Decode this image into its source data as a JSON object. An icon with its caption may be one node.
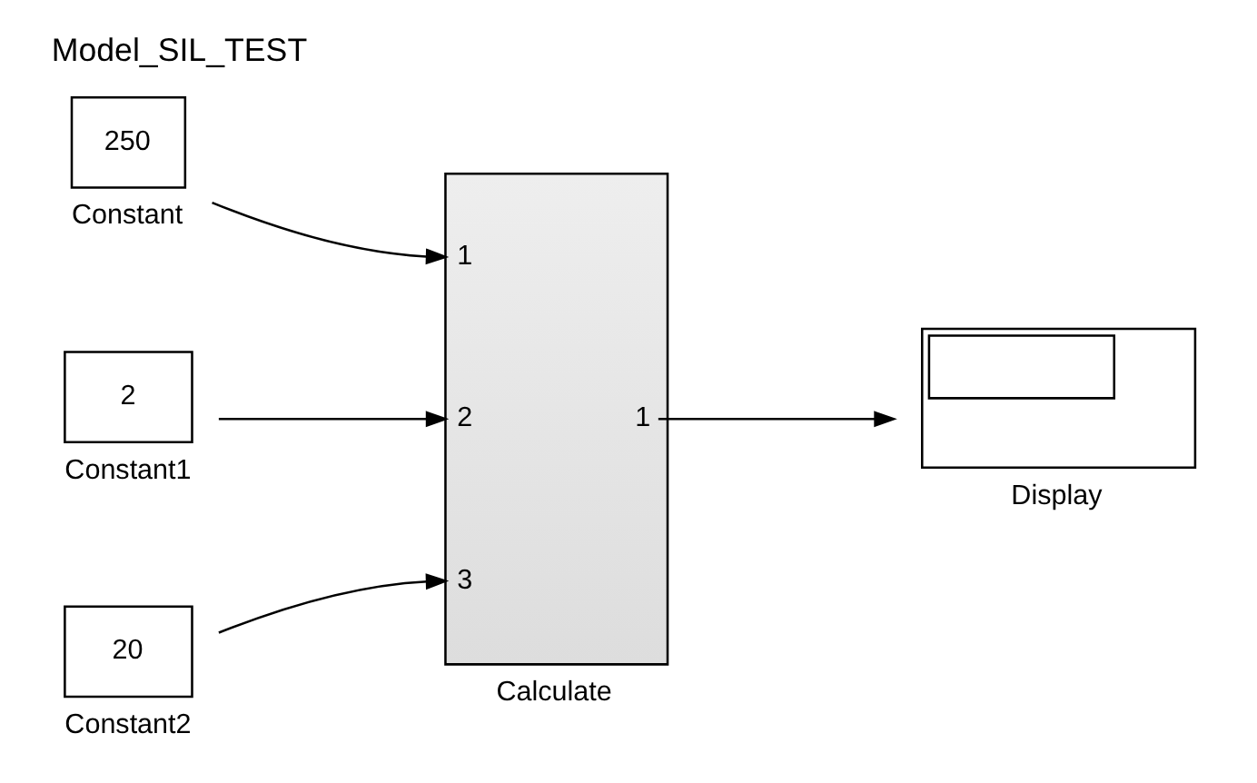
{
  "diagram": {
    "title": "Model_SIL_TEST",
    "nodes": [
      {
        "text": [
          "250"
        ],
        "beside": [
          "Constant"
        ]
      },
      {
        "text": [
          "2"
        ],
        "beside": [
          "Constant1"
        ]
      },
      {
        "text": [
          "20"
        ],
        "beside": [
          "Constant2"
        ]
      },
      {
        "text": [
          "1",
          "2",
          "3",
          "1"
        ],
        "beside": [
          "Calculate"
        ]
      },
      {
        "text": [],
        "shape": "box",
        "beside": [
          "Display"
        ]
      }
    ],
    "edges": [
      {
        "from": 0,
        "to": 3,
        "arrow": "to"
      },
      {
        "from": 1,
        "to": 3,
        "arrow": "to"
      },
      {
        "from": 2,
        "to": 3,
        "arrow": "to"
      },
      {
        "from": 3,
        "to": 4,
        "arrow": "to"
      }
    ]
  }
}
